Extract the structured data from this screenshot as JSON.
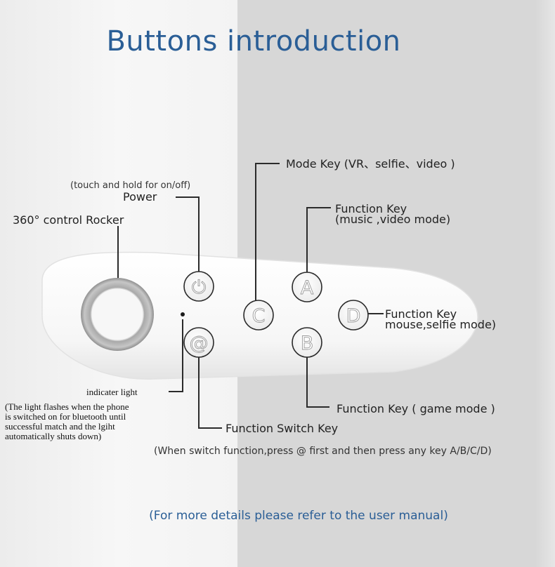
{
  "title": "Buttons introduction",
  "labels": {
    "mode_key": "Mode Key (VR、selfie、video )",
    "power_hint": "(touch and hold for on/off)",
    "power": "Power",
    "rocker": "360°  control Rocker",
    "function_a_line1": "Function Key",
    "function_a_line2": "(music ,video mode)",
    "function_d_line1": "Function Key",
    "function_d_line2": "mouse,selfie mode)",
    "function_b": "Function Key ( game mode )",
    "indicator": "indicater light",
    "indicator_note": "(The light flashes when the phone\nis switched on for bluetooth until\nsuccessful match and the lgiht\nautomatically shuts down)",
    "switch_key": "Function Switch Key",
    "switch_note": "(When switch function,press @ first and then press any key A/B/C/D)"
  },
  "buttons": {
    "power_symbol": "⏻",
    "c": "C",
    "a": "A",
    "b": "B",
    "d": "D",
    "at": "@"
  },
  "footer": "(For more details please refer to the user manual)"
}
